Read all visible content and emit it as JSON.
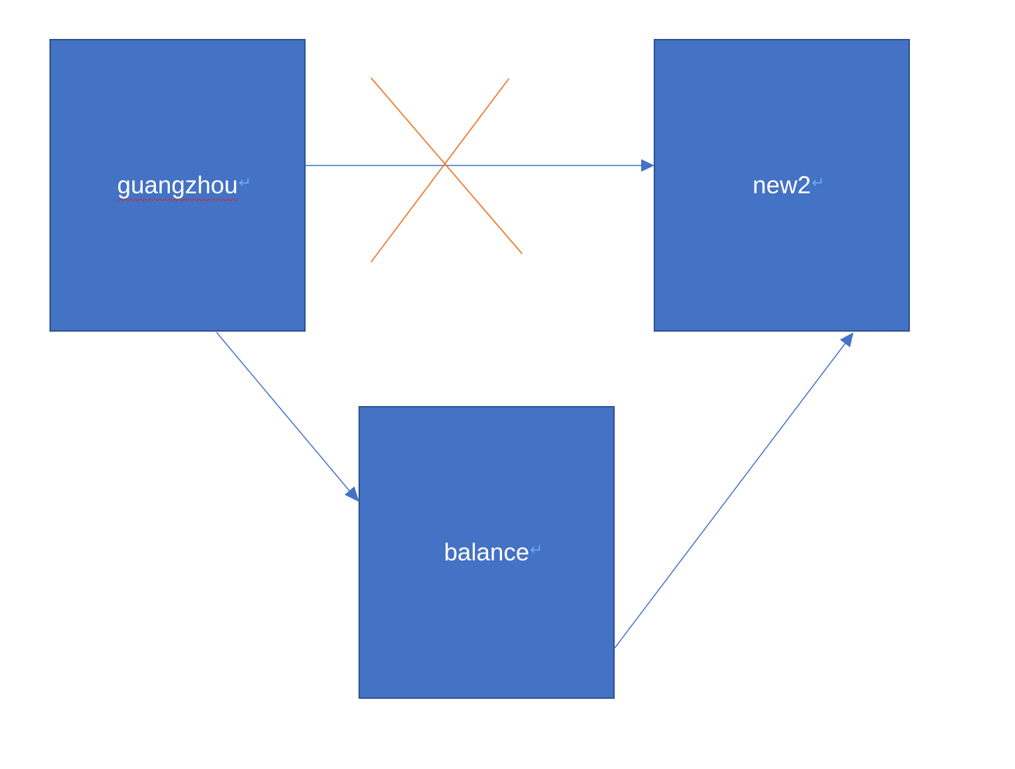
{
  "nodes": [
    {
      "label": "guangzhou"
    },
    {
      "label": "new2"
    },
    {
      "label": "balance"
    }
  ],
  "paragraph_mark": "↵",
  "colors": {
    "node_fill": "#4472c4",
    "node_border": "#2f528f",
    "node_text": "#ffffff",
    "paragraph_mark": "#6fa8f0",
    "connector": "#4472c4",
    "cross": "#ed7d31",
    "spellcheck": "#e02020"
  }
}
